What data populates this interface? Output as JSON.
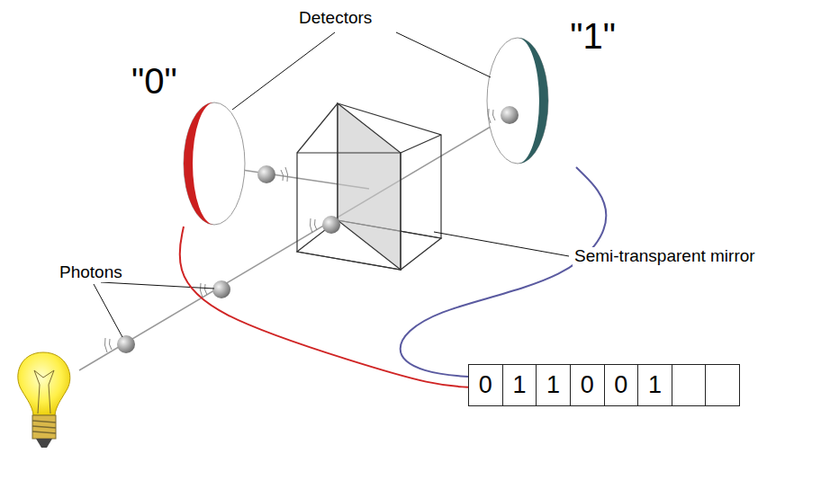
{
  "diagram": {
    "nodes": [
      {
        "text": [
          "\"0\""
        ]
      },
      {
        "text": [
          "\"1\""
        ]
      },
      {
        "text": [
          "0",
          "1",
          "1",
          "0",
          "0",
          "1"
        ]
      }
    ],
    "edges": [
      {
        "from": 0,
        "to": 2,
        "arrow": "none"
      },
      {
        "from": 1,
        "to": 2,
        "arrow": "none"
      }
    ],
    "labels": [
      "Detectors",
      "Photons",
      "Semi-transparent mirror"
    ]
  }
}
